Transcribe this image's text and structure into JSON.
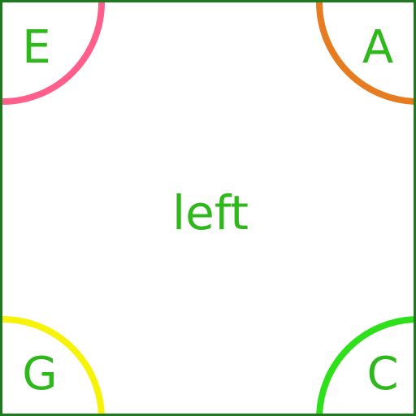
{
  "corners": {
    "top_left": {
      "label": "E",
      "arc_color": "#ff5f8a"
    },
    "top_right": {
      "label": "A",
      "arc_color": "#e67c1f"
    },
    "bottom_left": {
      "label": "G",
      "arc_color": "#f7f20a"
    },
    "bottom_right": {
      "label": "C",
      "arc_color": "#2ee01a"
    }
  },
  "center_text": "left",
  "colors": {
    "border": "#1f7a1f",
    "text": "#2fb81c",
    "background": "#ffffff"
  }
}
